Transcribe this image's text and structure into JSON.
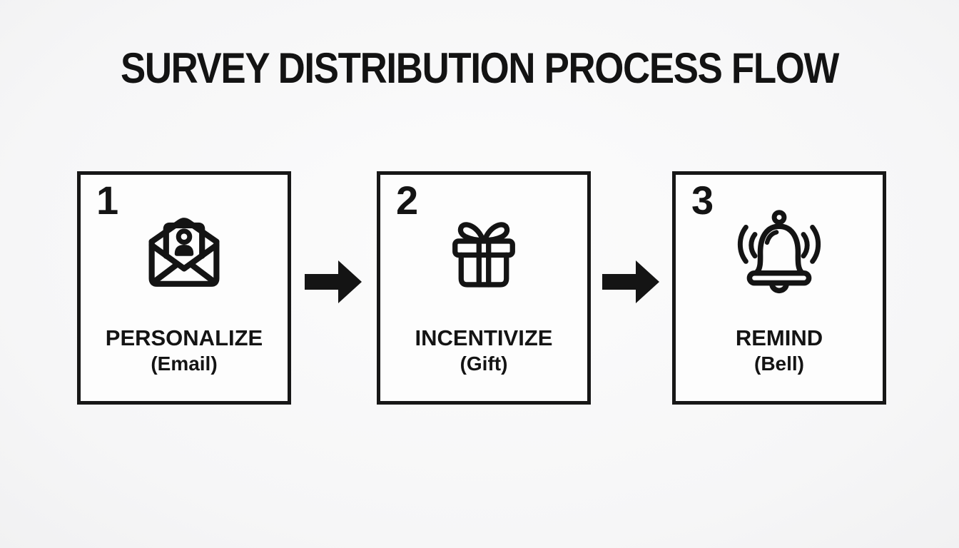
{
  "title": "SURVEY DISTRIBUTION PROCESS FLOW",
  "colors": {
    "background": "#f6f6f7",
    "box_fill": "#fdfdfd",
    "ink": "#141414"
  },
  "steps": [
    {
      "number": "1",
      "label": "PERSONALIZE",
      "sublabel": "(Email)",
      "icon": "email-envelope-icon"
    },
    {
      "number": "2",
      "label": "INCENTIVIZE",
      "sublabel": "(Gift)",
      "icon": "gift-icon"
    },
    {
      "number": "3",
      "label": "REMIND",
      "sublabel": "(Bell)",
      "icon": "bell-icon"
    }
  ],
  "connectors": [
    {
      "icon": "arrow-right-icon"
    },
    {
      "icon": "arrow-right-icon"
    }
  ]
}
